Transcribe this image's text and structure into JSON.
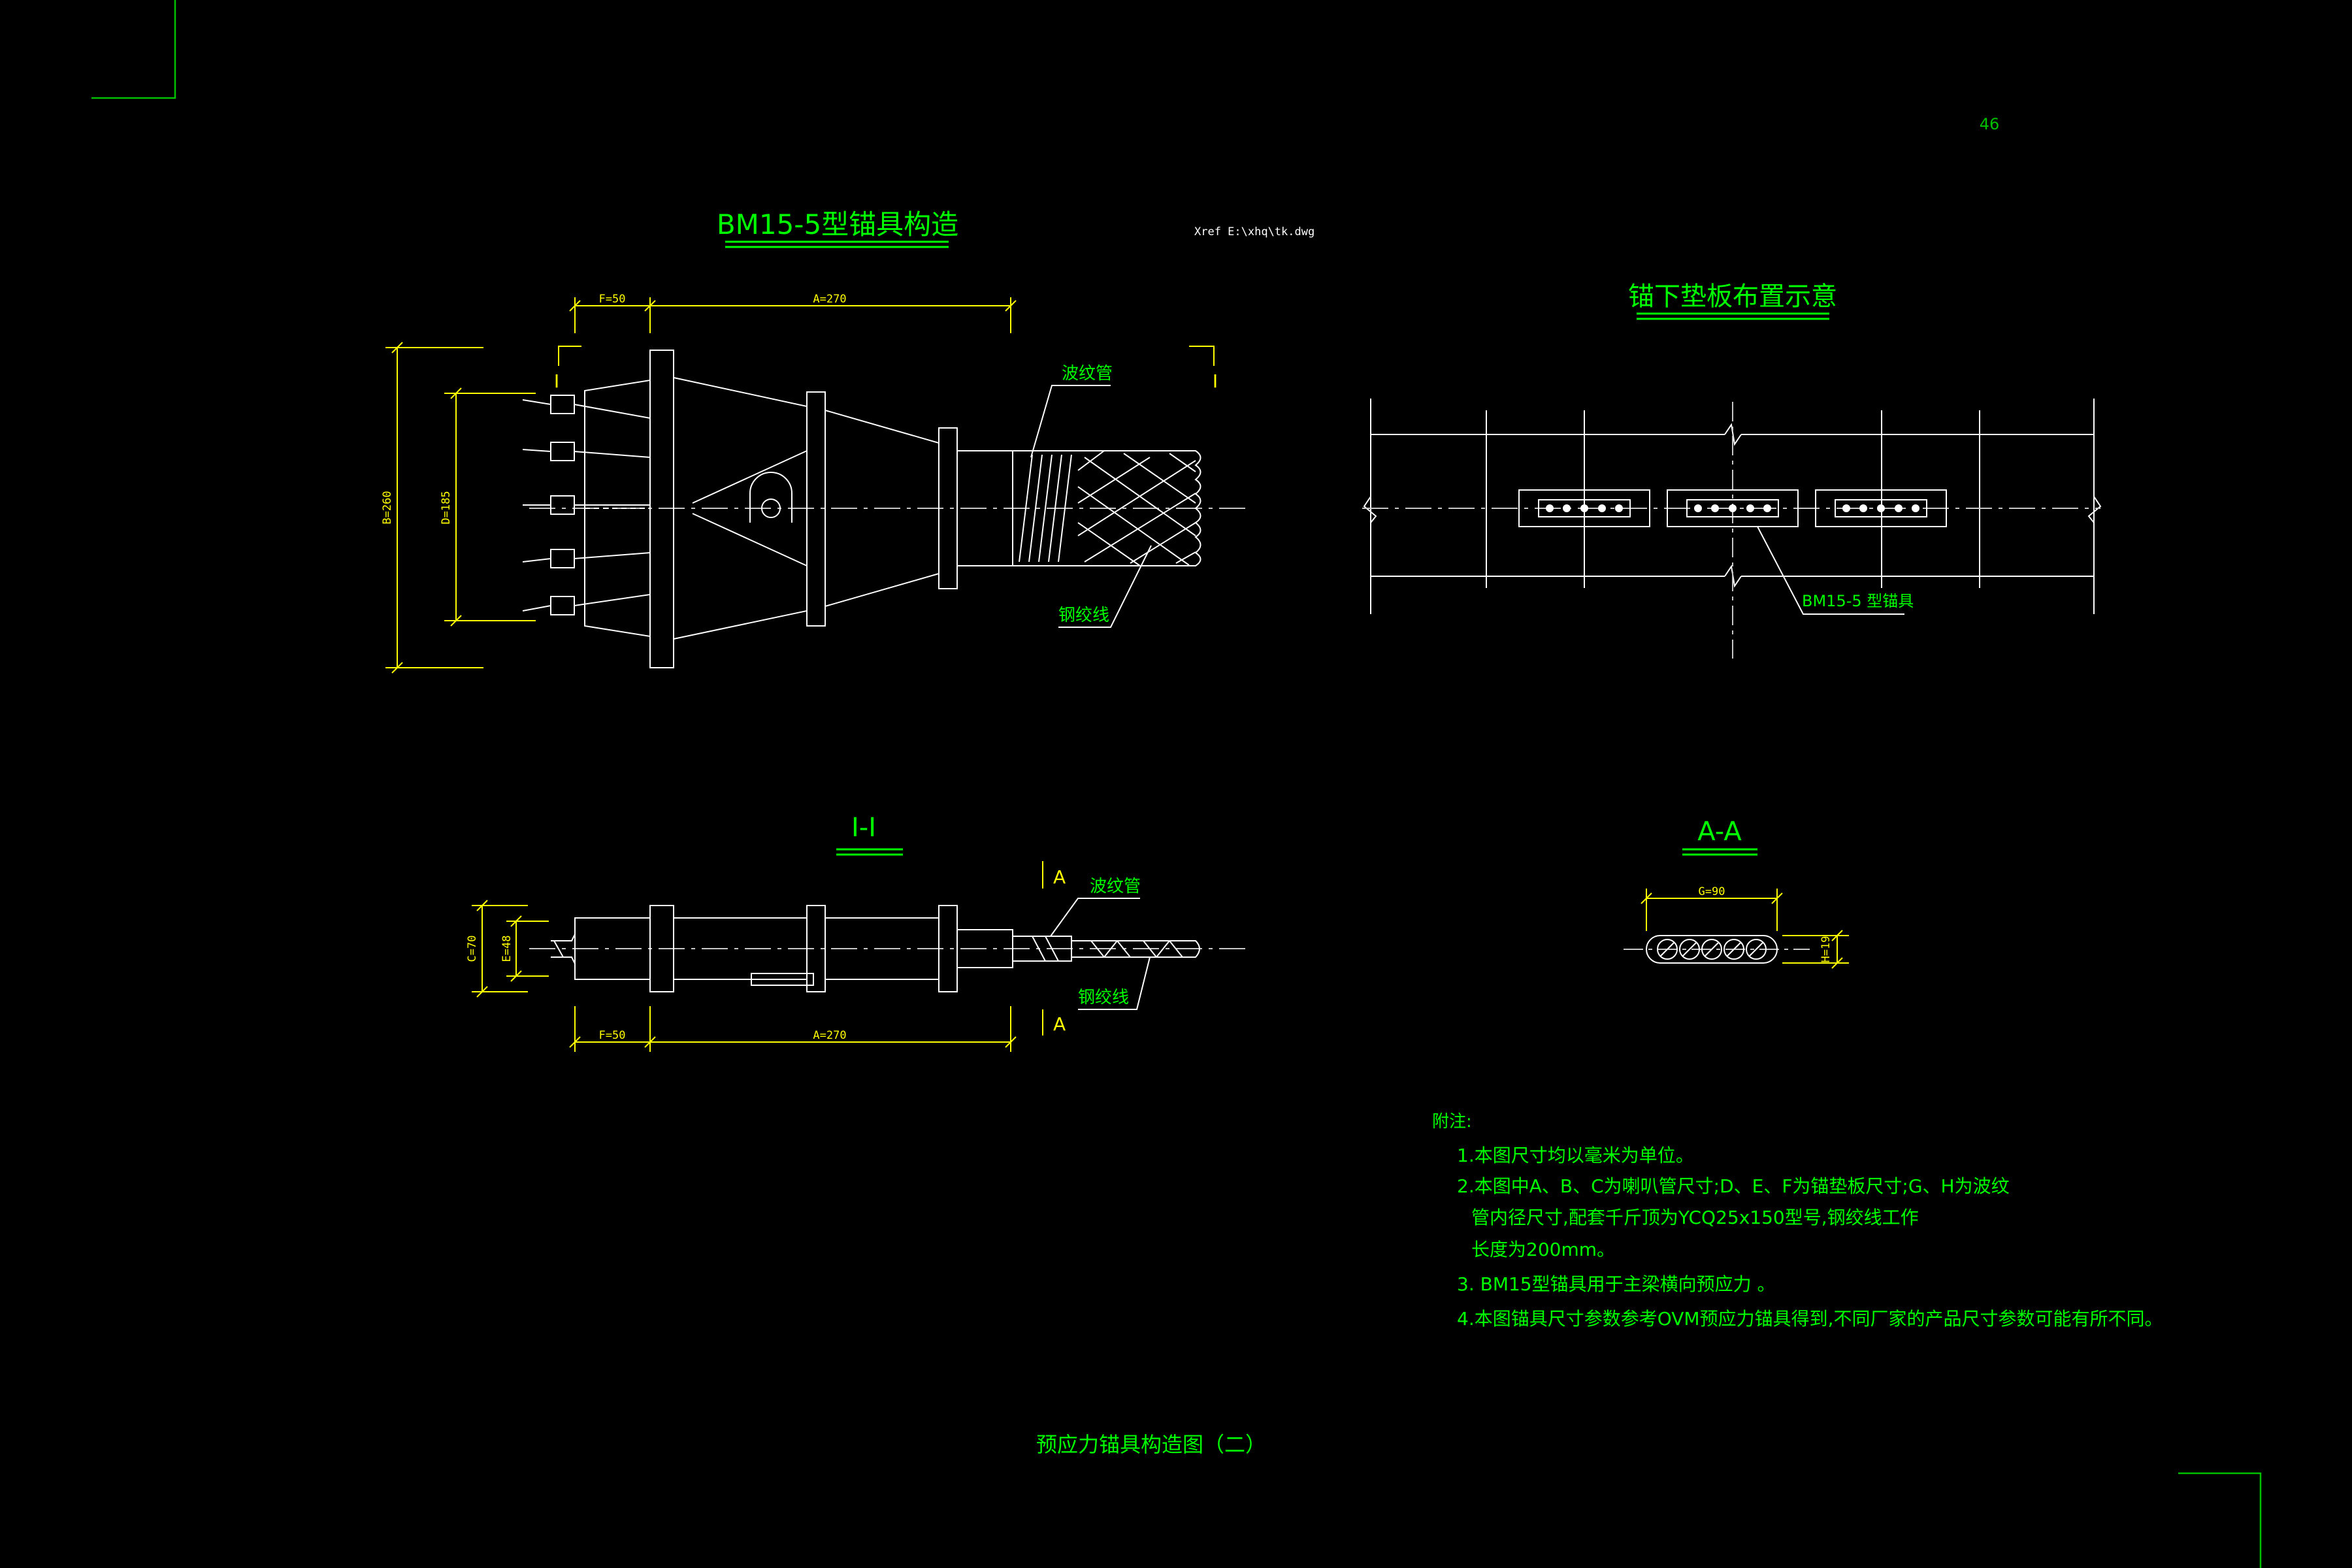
{
  "colors": {
    "background": "#000000",
    "line": "#ffffff",
    "dim": "#ffff00",
    "label": "#00ff00",
    "frame": "#00c000",
    "axis": "#c8c8c8"
  },
  "sheet": {
    "page_number": "46",
    "xref": "Xref E:\\xhq\\tk.dwg",
    "drawing_title": "预应力锚具构造图（二）"
  },
  "elevation": {
    "title": "BM15-5型锚具构造",
    "dim_f": "F=50",
    "dim_a": "A=270",
    "dim_b": "B=260",
    "dim_d": "D=185",
    "callout_duct": "波纹管",
    "callout_strand": "钢绞线",
    "section_mark_left": "I",
    "section_mark_right": "I"
  },
  "section_i": {
    "title": "I-I",
    "dim_c": "C=70",
    "dim_e": "E=48",
    "dim_f": "F=50",
    "dim_a": "A=270",
    "callout_duct": "波纹管",
    "callout_strand": "钢绞线",
    "cut_mark_top": "A",
    "cut_mark_bottom": "A"
  },
  "plate_layout": {
    "title": "锚下垫板布置示意",
    "callout": "BM15-5 型锚具"
  },
  "section_a": {
    "title": "A-A",
    "dim_g": "G=90",
    "dim_h": "H=19"
  },
  "notes": {
    "heading": "附注:",
    "lines": [
      "1.本图尺寸均以毫米为单位。",
      "2.本图中A、B、C为喇叭管尺寸;D、E、F为锚垫板尺寸;G、H为波纹",
      "管内径尺寸,配套千斤顶为YCQ25x150型号,钢绞线工作",
      "长度为200mm。",
      "3. BM15型锚具用于主梁横向预应力 。",
      "4.本图锚具尺寸参数参考OVM预应力锚具得到,不同厂家的产品尺寸参数可能有所不同。"
    ]
  }
}
